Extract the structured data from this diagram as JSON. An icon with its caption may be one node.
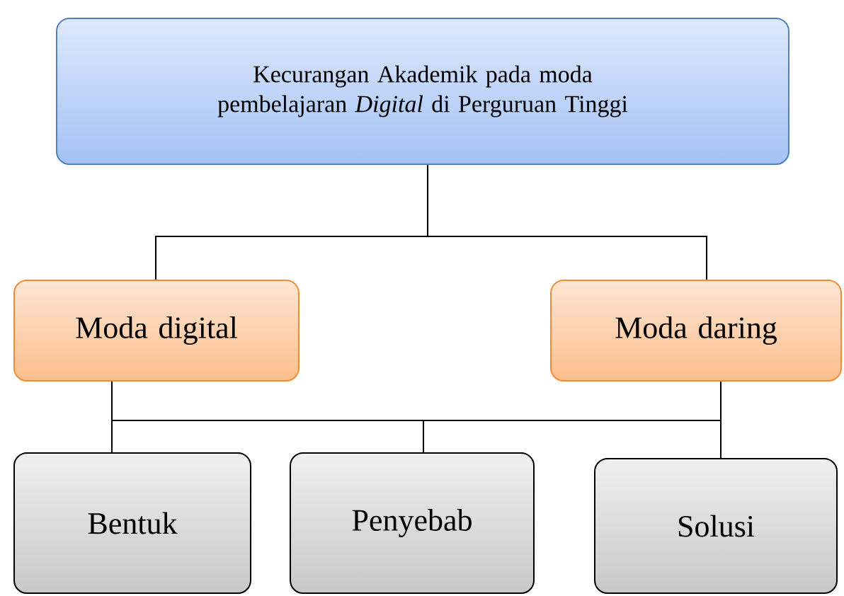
{
  "diagram": {
    "nodes": [
      {
        "text": [
          "Kecurangan Akademik pada moda pembelajaran *Digital* di Perguruan Tinggi"
        ]
      },
      {
        "text": [
          "Moda digital"
        ]
      },
      {
        "text": [
          "Moda daring"
        ]
      },
      {
        "text": [
          "Bentuk"
        ]
      },
      {
        "text": [
          "Penyebab"
        ]
      },
      {
        "text": [
          "Solusi"
        ]
      }
    ],
    "edges": [
      {
        "from": 0,
        "to": 1,
        "arrow": "none"
      },
      {
        "from": 0,
        "to": 2,
        "arrow": "none"
      },
      {
        "from": 1,
        "to": 3,
        "arrow": "none"
      },
      {
        "from": 1,
        "to": 4,
        "arrow": "none"
      },
      {
        "from": 1,
        "to": 5,
        "arrow": "none"
      },
      {
        "from": 2,
        "to": 3,
        "arrow": "none"
      },
      {
        "from": 2,
        "to": 4,
        "arrow": "none"
      },
      {
        "from": 2,
        "to": 5,
        "arrow": "none"
      }
    ]
  }
}
